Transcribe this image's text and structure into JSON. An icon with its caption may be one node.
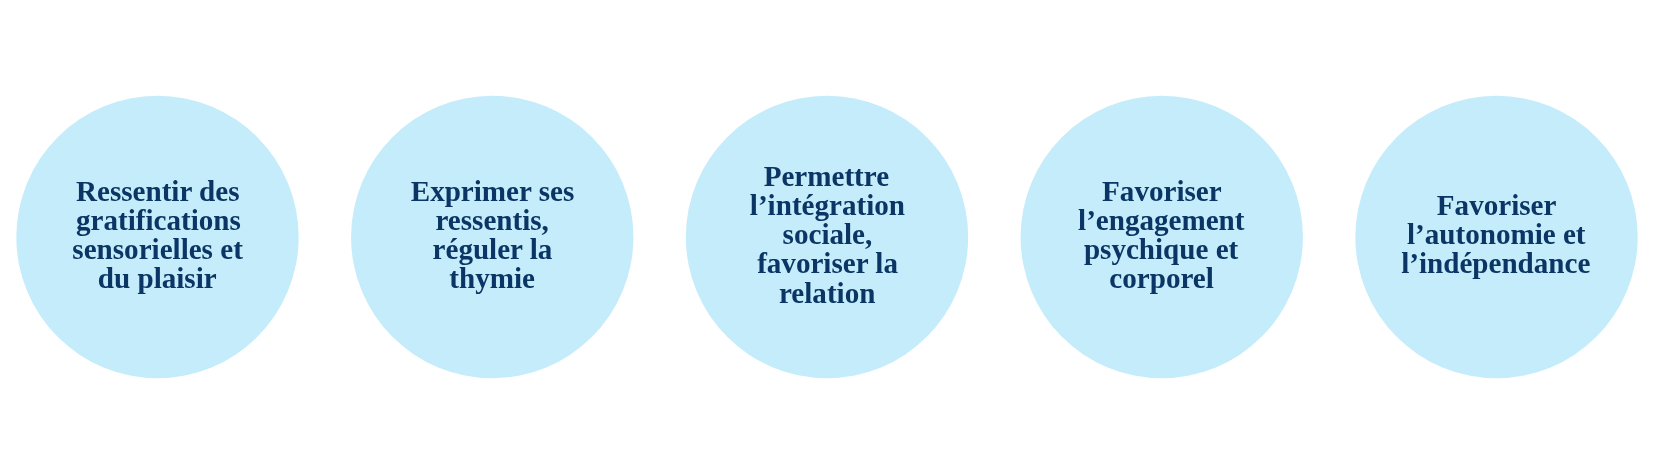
{
  "diagram": {
    "nodes": [
      {
        "text": [
          "Ressentir des gratifications sensorielles et du plaisir"
        ]
      },
      {
        "text": [
          "Exprimer ses ressentis, réguler la thymie"
        ]
      },
      {
        "text": [
          "Permettre l’intégration sociale, favoriser la relation"
        ]
      },
      {
        "text": [
          "Favoriser l’engagement psychique et corporel"
        ]
      },
      {
        "text": [
          "Favoriser l’autonomie et l’indépendance"
        ]
      }
    ]
  }
}
